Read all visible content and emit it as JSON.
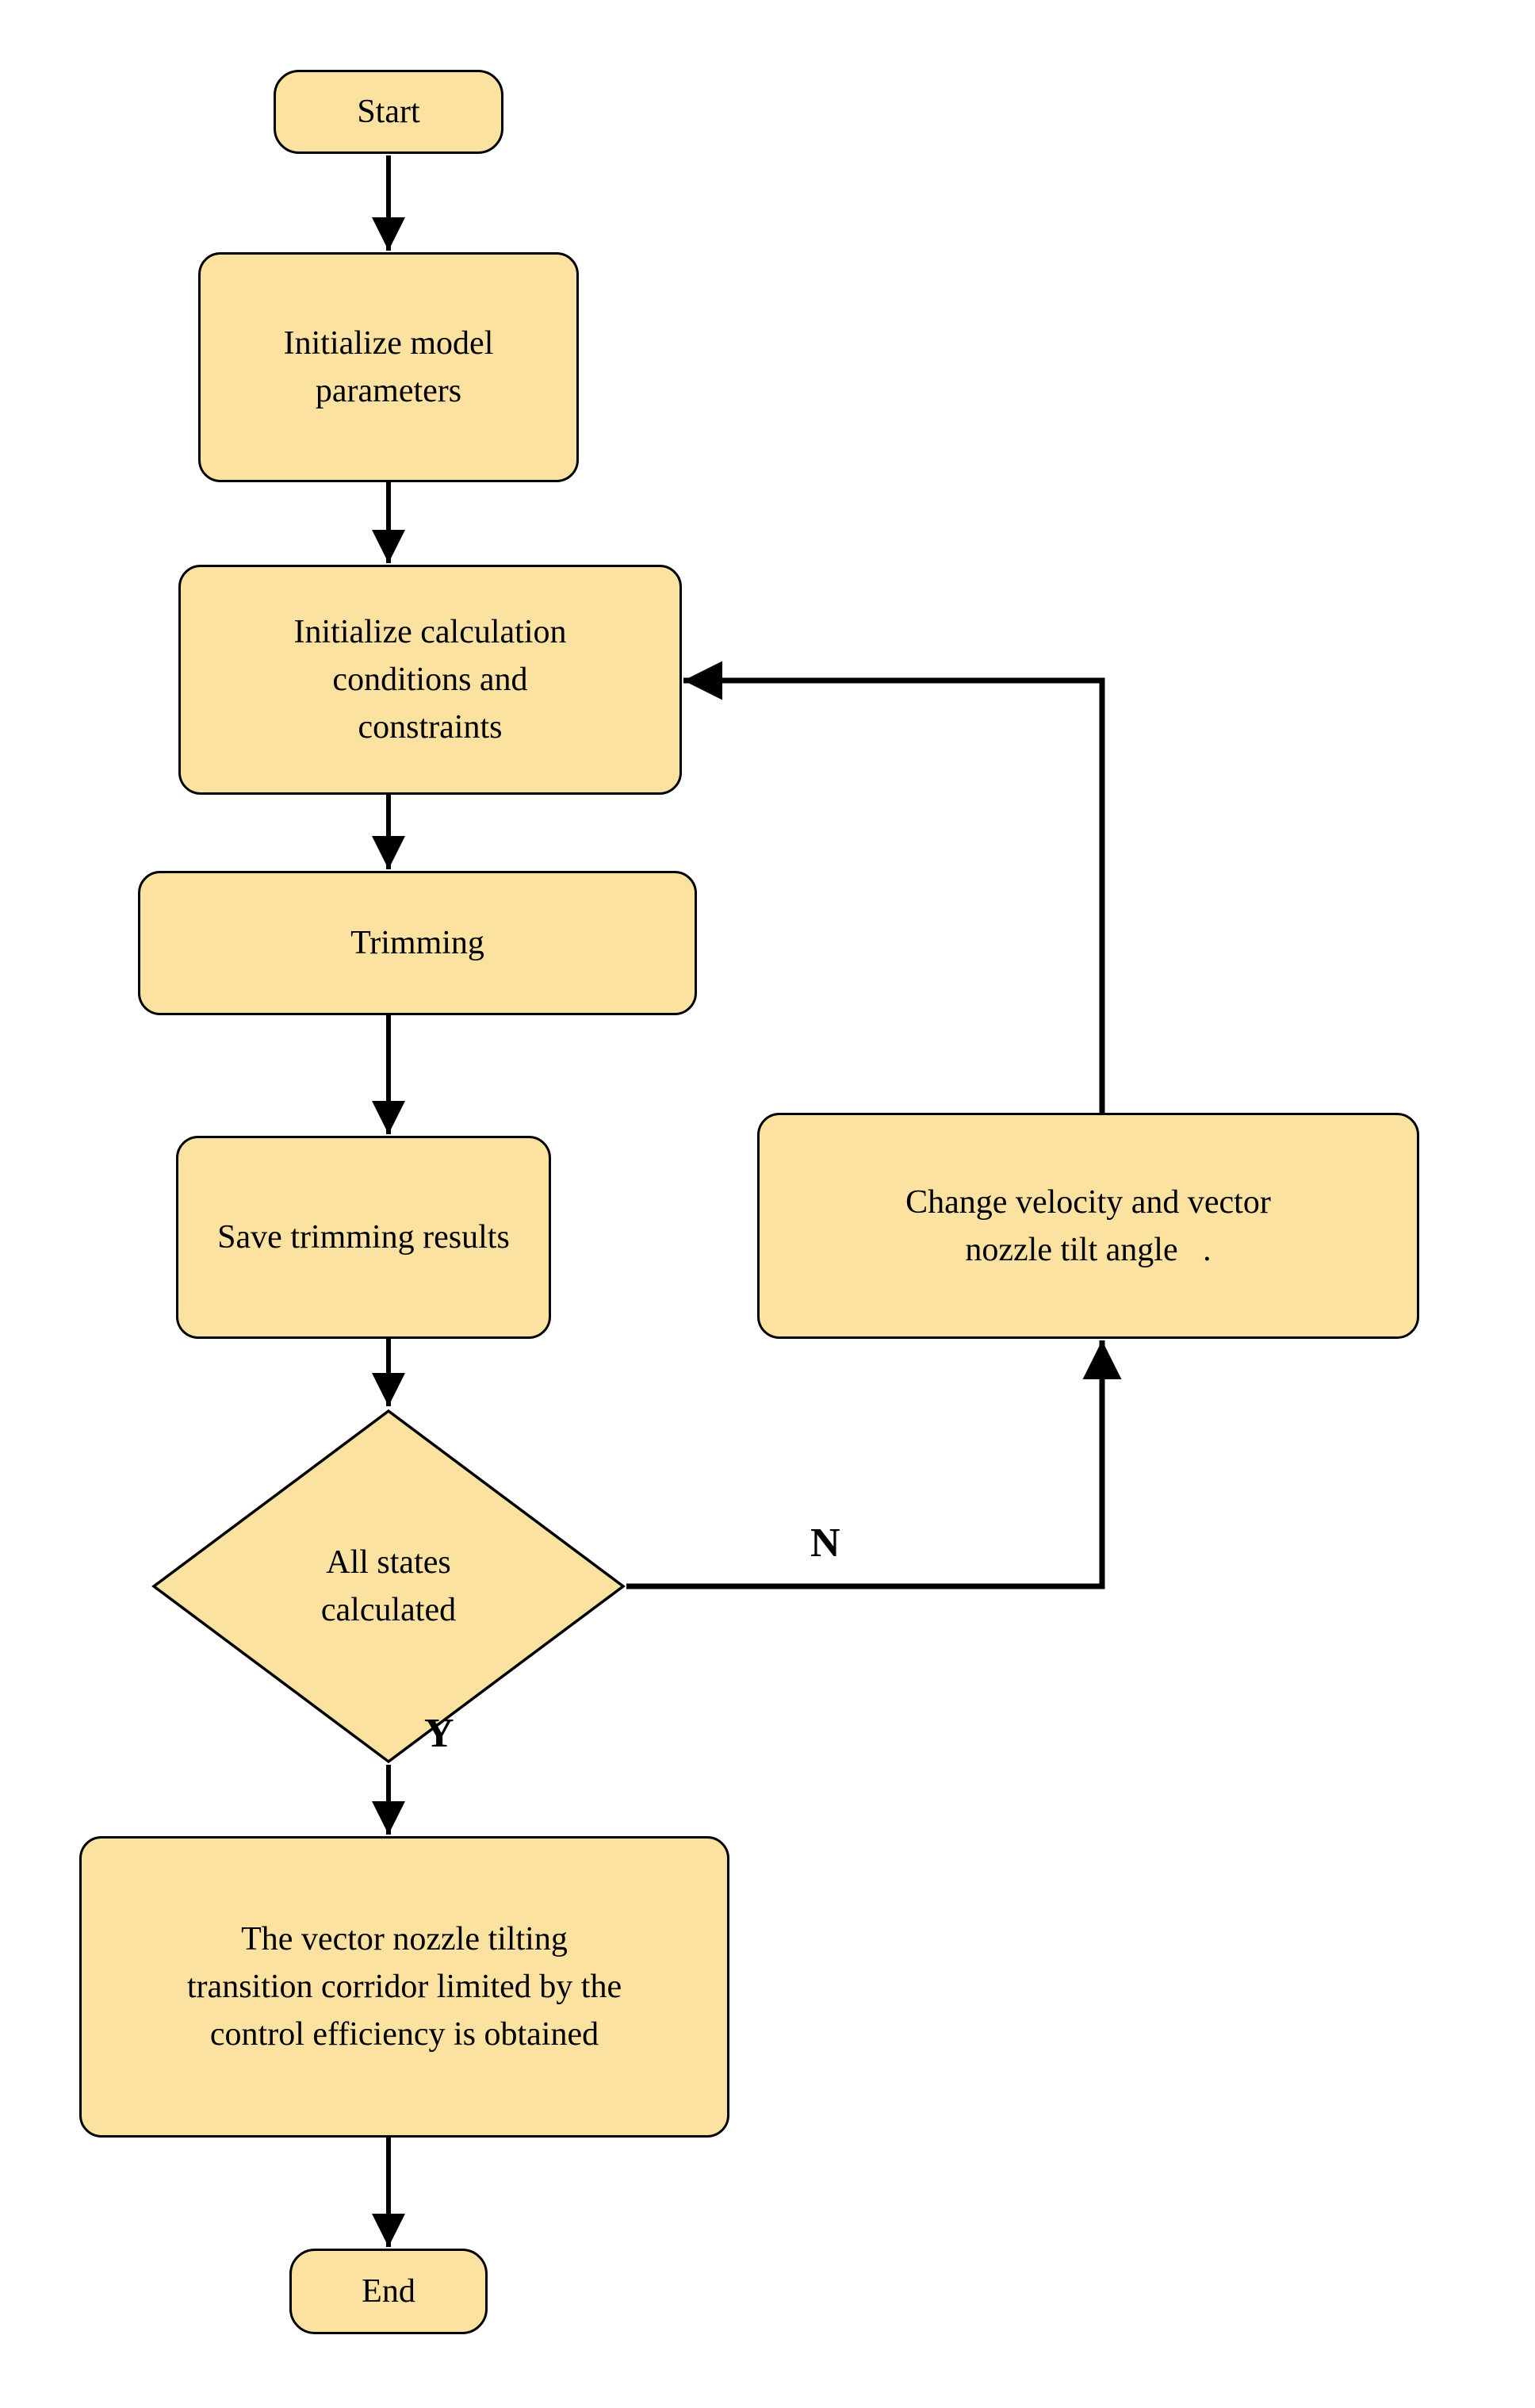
{
  "palette": {
    "node_fill": "#FBE2A0",
    "node_border": "#000000",
    "connector": "#000000",
    "text": "#000000",
    "background": "#ffffff"
  },
  "nodes": {
    "start": {
      "type": "terminator",
      "lines": [
        "Start"
      ]
    },
    "init_model": {
      "type": "process",
      "lines": [
        "Initialize model",
        "parameters"
      ]
    },
    "init_calc": {
      "type": "process",
      "lines": [
        "Initialize calculation",
        "conditions and",
        "constraints"
      ]
    },
    "trimming": {
      "type": "process",
      "lines": [
        "Trimming"
      ]
    },
    "save_results": {
      "type": "process",
      "lines": [
        "Save trimming results"
      ]
    },
    "all_states": {
      "type": "decision",
      "lines": [
        "All states",
        "calculated"
      ]
    },
    "change_velocity": {
      "type": "process",
      "lines": [
        "Change velocity and vector",
        "nozzle tilt angle   ."
      ]
    },
    "corridor_obtained": {
      "type": "process",
      "lines": [
        "The vector nozzle tilting",
        "transition corridor limited by the",
        "control efficiency is obtained"
      ]
    },
    "end": {
      "type": "terminator",
      "lines": [
        "End"
      ]
    }
  },
  "edge_labels": {
    "no": "N",
    "yes": "Y"
  }
}
